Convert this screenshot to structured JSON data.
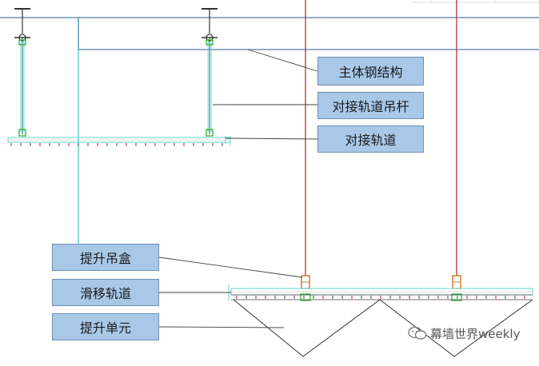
{
  "labels": {
    "main_steel": "主体钢结构",
    "rail_hanger": "对接轨道吊杆",
    "docking_rail": "对接轨道",
    "lifting_box": "提升吊盒",
    "sliding_rail": "滑移轨道",
    "lifting_unit": "提升单元"
  },
  "watermark": {
    "text": "幕墙世界weekly",
    "icon": "wechat-bubble-icon"
  },
  "colors": {
    "callout_fill": "#a9c8e8",
    "callout_border": "#6d8fb5",
    "cyan_structure": "#5fd0d0",
    "blue_structure": "#4f7fb0",
    "red_member": "#b22222",
    "green_connector": "#22aa22",
    "leader_line": "#444444"
  }
}
